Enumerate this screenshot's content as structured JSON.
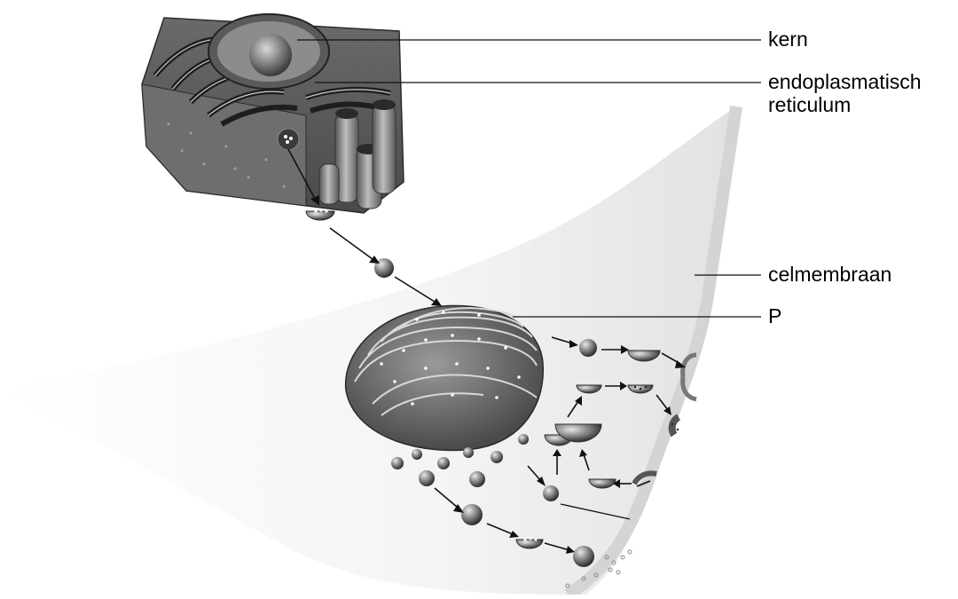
{
  "labels": {
    "kern": "kern",
    "er_line1": "endoplasmatisch",
    "er_line2": "reticulum",
    "celmembraan": "celmembraan",
    "p": "P"
  }
}
